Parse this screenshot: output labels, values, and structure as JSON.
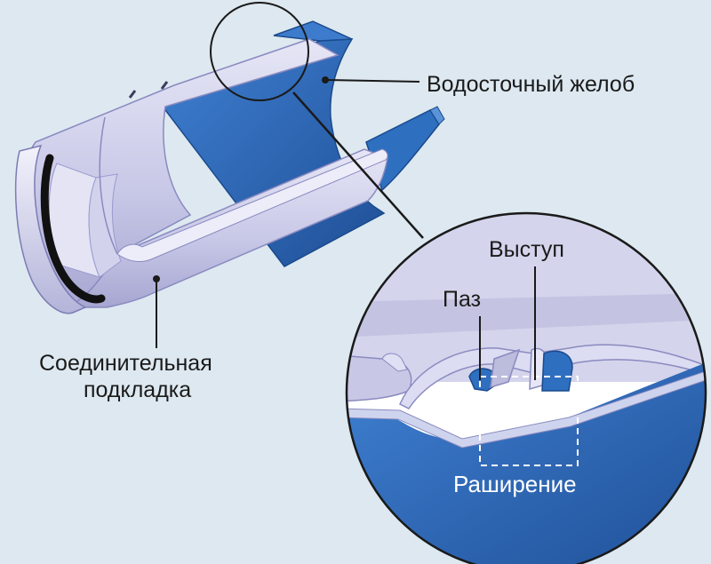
{
  "labels": {
    "gutter": "Водосточный желоб",
    "connector_line1": "Соединительная",
    "connector_line2": "подкладка",
    "protrusion": "Выступ",
    "groove": "Паз",
    "expansion": "Раширение"
  },
  "colors": {
    "background": "#dde8f0",
    "gutter_blue": "#2f6fc0",
    "gutter_blue_dark": "#1f4f96",
    "connector_lavender": "#c9c9e8",
    "connector_lavender_dark": "#9c9cc8",
    "seal_black": "#111111",
    "leader_line": "#1a1a1a"
  }
}
